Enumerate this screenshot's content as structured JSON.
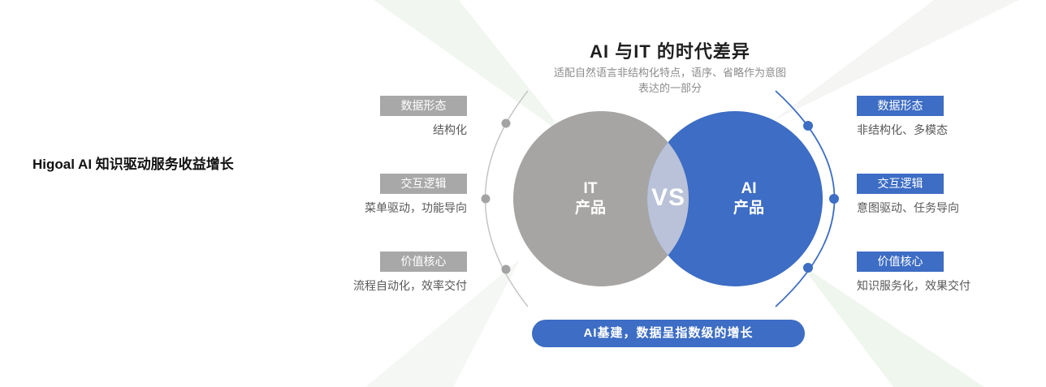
{
  "page": {
    "left_title": "Higoal AI 知识驱动服务收益增长",
    "title": "AI 与IT 的时代差异",
    "subtitle_line1": "适配自然语言非结构化特点，语序、省略作为意图",
    "subtitle_line2": "表达的一部分"
  },
  "venn": {
    "it_line1": "IT",
    "it_line2": "产品",
    "vs": "VS",
    "ai_line1": "AI",
    "ai_line2": "产品"
  },
  "left_panel": {
    "items": [
      {
        "label": "数据形态",
        "desc": "结构化"
      },
      {
        "label": "交互逻辑",
        "desc": "菜单驱动，功能导向"
      },
      {
        "label": "价值核心",
        "desc": "流程自动化，效率交付"
      }
    ]
  },
  "right_panel": {
    "items": [
      {
        "label": "数据形态",
        "desc": "非结构化、多模态"
      },
      {
        "label": "交互逻辑",
        "desc": "意图驱动、任务导向"
      },
      {
        "label": "价值核心",
        "desc": "知识服务化，效果交付"
      }
    ]
  },
  "footer": {
    "banner": "AI基建，数据呈指数级的增长"
  },
  "colors": {
    "accent_blue": "#3D6DC4",
    "tag_gray": "#A8A8A8",
    "circle_gray": "#A7A5A3",
    "overlap": "#B9C2D8",
    "text_gray": "#595959",
    "beam_green": "#DFEEDE"
  }
}
